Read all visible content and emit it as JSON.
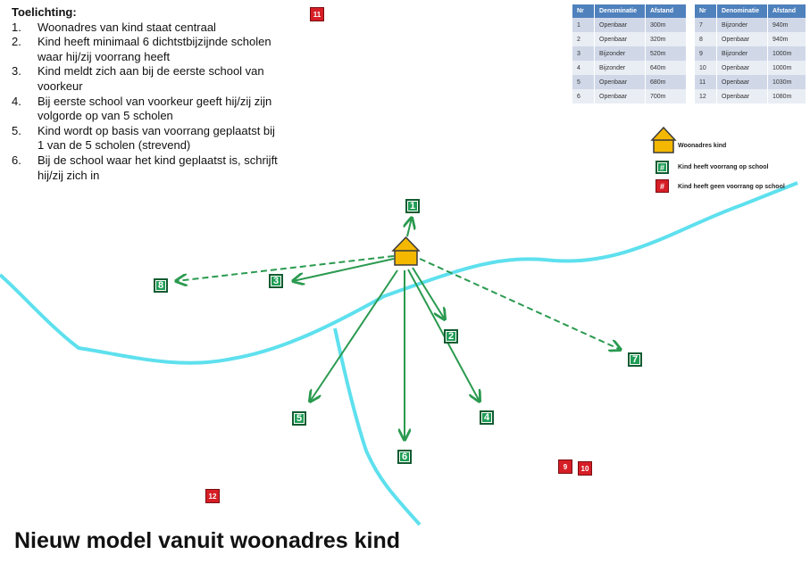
{
  "explanation": {
    "heading": "Toelichting:",
    "items": [
      {
        "num": "1.",
        "text": "Woonadres van kind staat centraal"
      },
      {
        "num": "2.",
        "text": "Kind heeft minimaal 6 dichtstbijzijnde scholen waar hij/zij voorrang heeft"
      },
      {
        "num": "3.",
        "text": "Kind meldt zich aan bij de eerste school van voorkeur"
      },
      {
        "num": "4.",
        "text": "Bij eerste school van voorkeur geeft hij/zij zijn volgorde op van 5 scholen"
      },
      {
        "num": "5.",
        "text": "Kind wordt op basis van voorrang geplaatst bij 1 van de 5 scholen (strevend)"
      },
      {
        "num": "6.",
        "text": "Bij de school waar het kind geplaatst is, schrijft hij/zij zich in"
      }
    ]
  },
  "table": {
    "headers": [
      "Nr",
      "Denominatie",
      "Afstand"
    ],
    "left_rows": [
      [
        "1",
        "Openbaar",
        "300m"
      ],
      [
        "2",
        "Openbaar",
        "320m"
      ],
      [
        "3",
        "Bijzonder",
        "520m"
      ],
      [
        "4",
        "Bijzonder",
        "640m"
      ],
      [
        "5",
        "Openbaar",
        "680m"
      ],
      [
        "6",
        "Openbaar",
        "700m"
      ]
    ],
    "right_rows": [
      [
        "7",
        "Bijzonder",
        "940m"
      ],
      [
        "8",
        "Openbaar",
        "940m"
      ],
      [
        "9",
        "Bijzonder",
        "1000m"
      ],
      [
        "10",
        "Openbaar",
        "1000m"
      ],
      [
        "11",
        "Openbaar",
        "1030m"
      ],
      [
        "12",
        "Openbaar",
        "1080m"
      ]
    ]
  },
  "legend": {
    "home_label": "Woonadres kind",
    "priority_symbol": "#",
    "priority_label": "Kind heeft voorrang op school",
    "no_priority_symbol": "#",
    "no_priority_label": "Kind heeft geen voorrang op school"
  },
  "schools": {
    "s1": "1",
    "s2": "2",
    "s3": "3",
    "s4": "4",
    "s5": "5",
    "s6": "6",
    "s7": "7",
    "s8": "8",
    "s9": "9",
    "s10": "10",
    "s11": "11",
    "s12": "12"
  },
  "colors": {
    "river": "#5ee0ee",
    "arrow": "#2a9a4f",
    "priority": "#1f9d55",
    "no_priority": "#d61e26",
    "home": "#f5b800",
    "table_header": "#4f81bd"
  },
  "title": "Nieuw model vanuit woonadres kind"
}
